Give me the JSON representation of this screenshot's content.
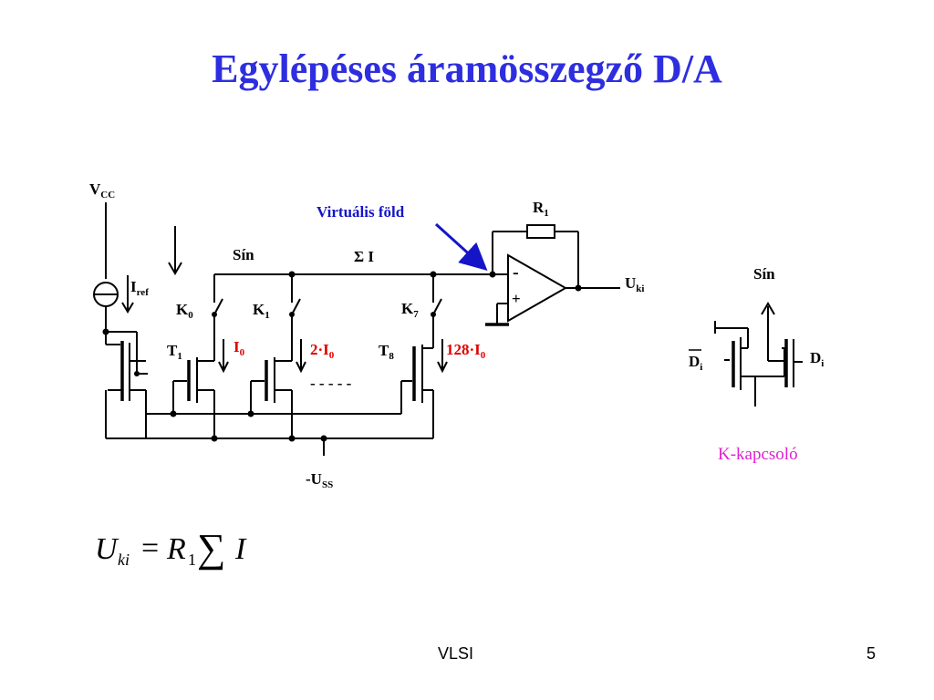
{
  "slide": {
    "title": "Egylépéses áramösszegző D/A",
    "footer_center": "VLSI",
    "page_number": "5"
  },
  "circuit": {
    "vcc": {
      "main": "V",
      "sub": "CC"
    },
    "iref": {
      "main": "I",
      "sub": "ref"
    },
    "sin": "Sín",
    "sum_i": "Σ I",
    "virtual_ground": "Virtuális föld",
    "r1": {
      "main": "R",
      "sub": "1"
    },
    "opamp_minus": "-",
    "opamp_plus": "+",
    "uki": {
      "main": "U",
      "sub": "ki"
    },
    "k0": {
      "main": "K",
      "sub": "0"
    },
    "k1": {
      "main": "K",
      "sub": "1"
    },
    "k7": {
      "main": "K",
      "sub": "7"
    },
    "t1": {
      "main": "T",
      "sub": "1"
    },
    "t8": {
      "main": "T",
      "sub": "8"
    },
    "i0": {
      "main": "I",
      "sub": "0"
    },
    "i1": {
      "main": "2·I",
      "sub": "0"
    },
    "i7": {
      "main": "128·I",
      "sub": "0"
    },
    "dashes": "- - - - -",
    "uss": {
      "main": "-U",
      "sub": "SS"
    }
  },
  "switch_detail": {
    "sin": "Sín",
    "di_bar": {
      "main": "D",
      "sub": "i"
    },
    "di": {
      "main": "D",
      "sub": "i"
    },
    "caption": "K-kapcsoló"
  },
  "equation": {
    "lhs": "U",
    "lhs_sub": "ki",
    "equals": "=",
    "r": "R",
    "r_sub": "1",
    "sum": "∑",
    "i": "I"
  },
  "colors": {
    "title": "#2e2ee0",
    "current_labels": "#e00000",
    "virtual_ground": "#1515c8",
    "caption": "#e020d0"
  }
}
